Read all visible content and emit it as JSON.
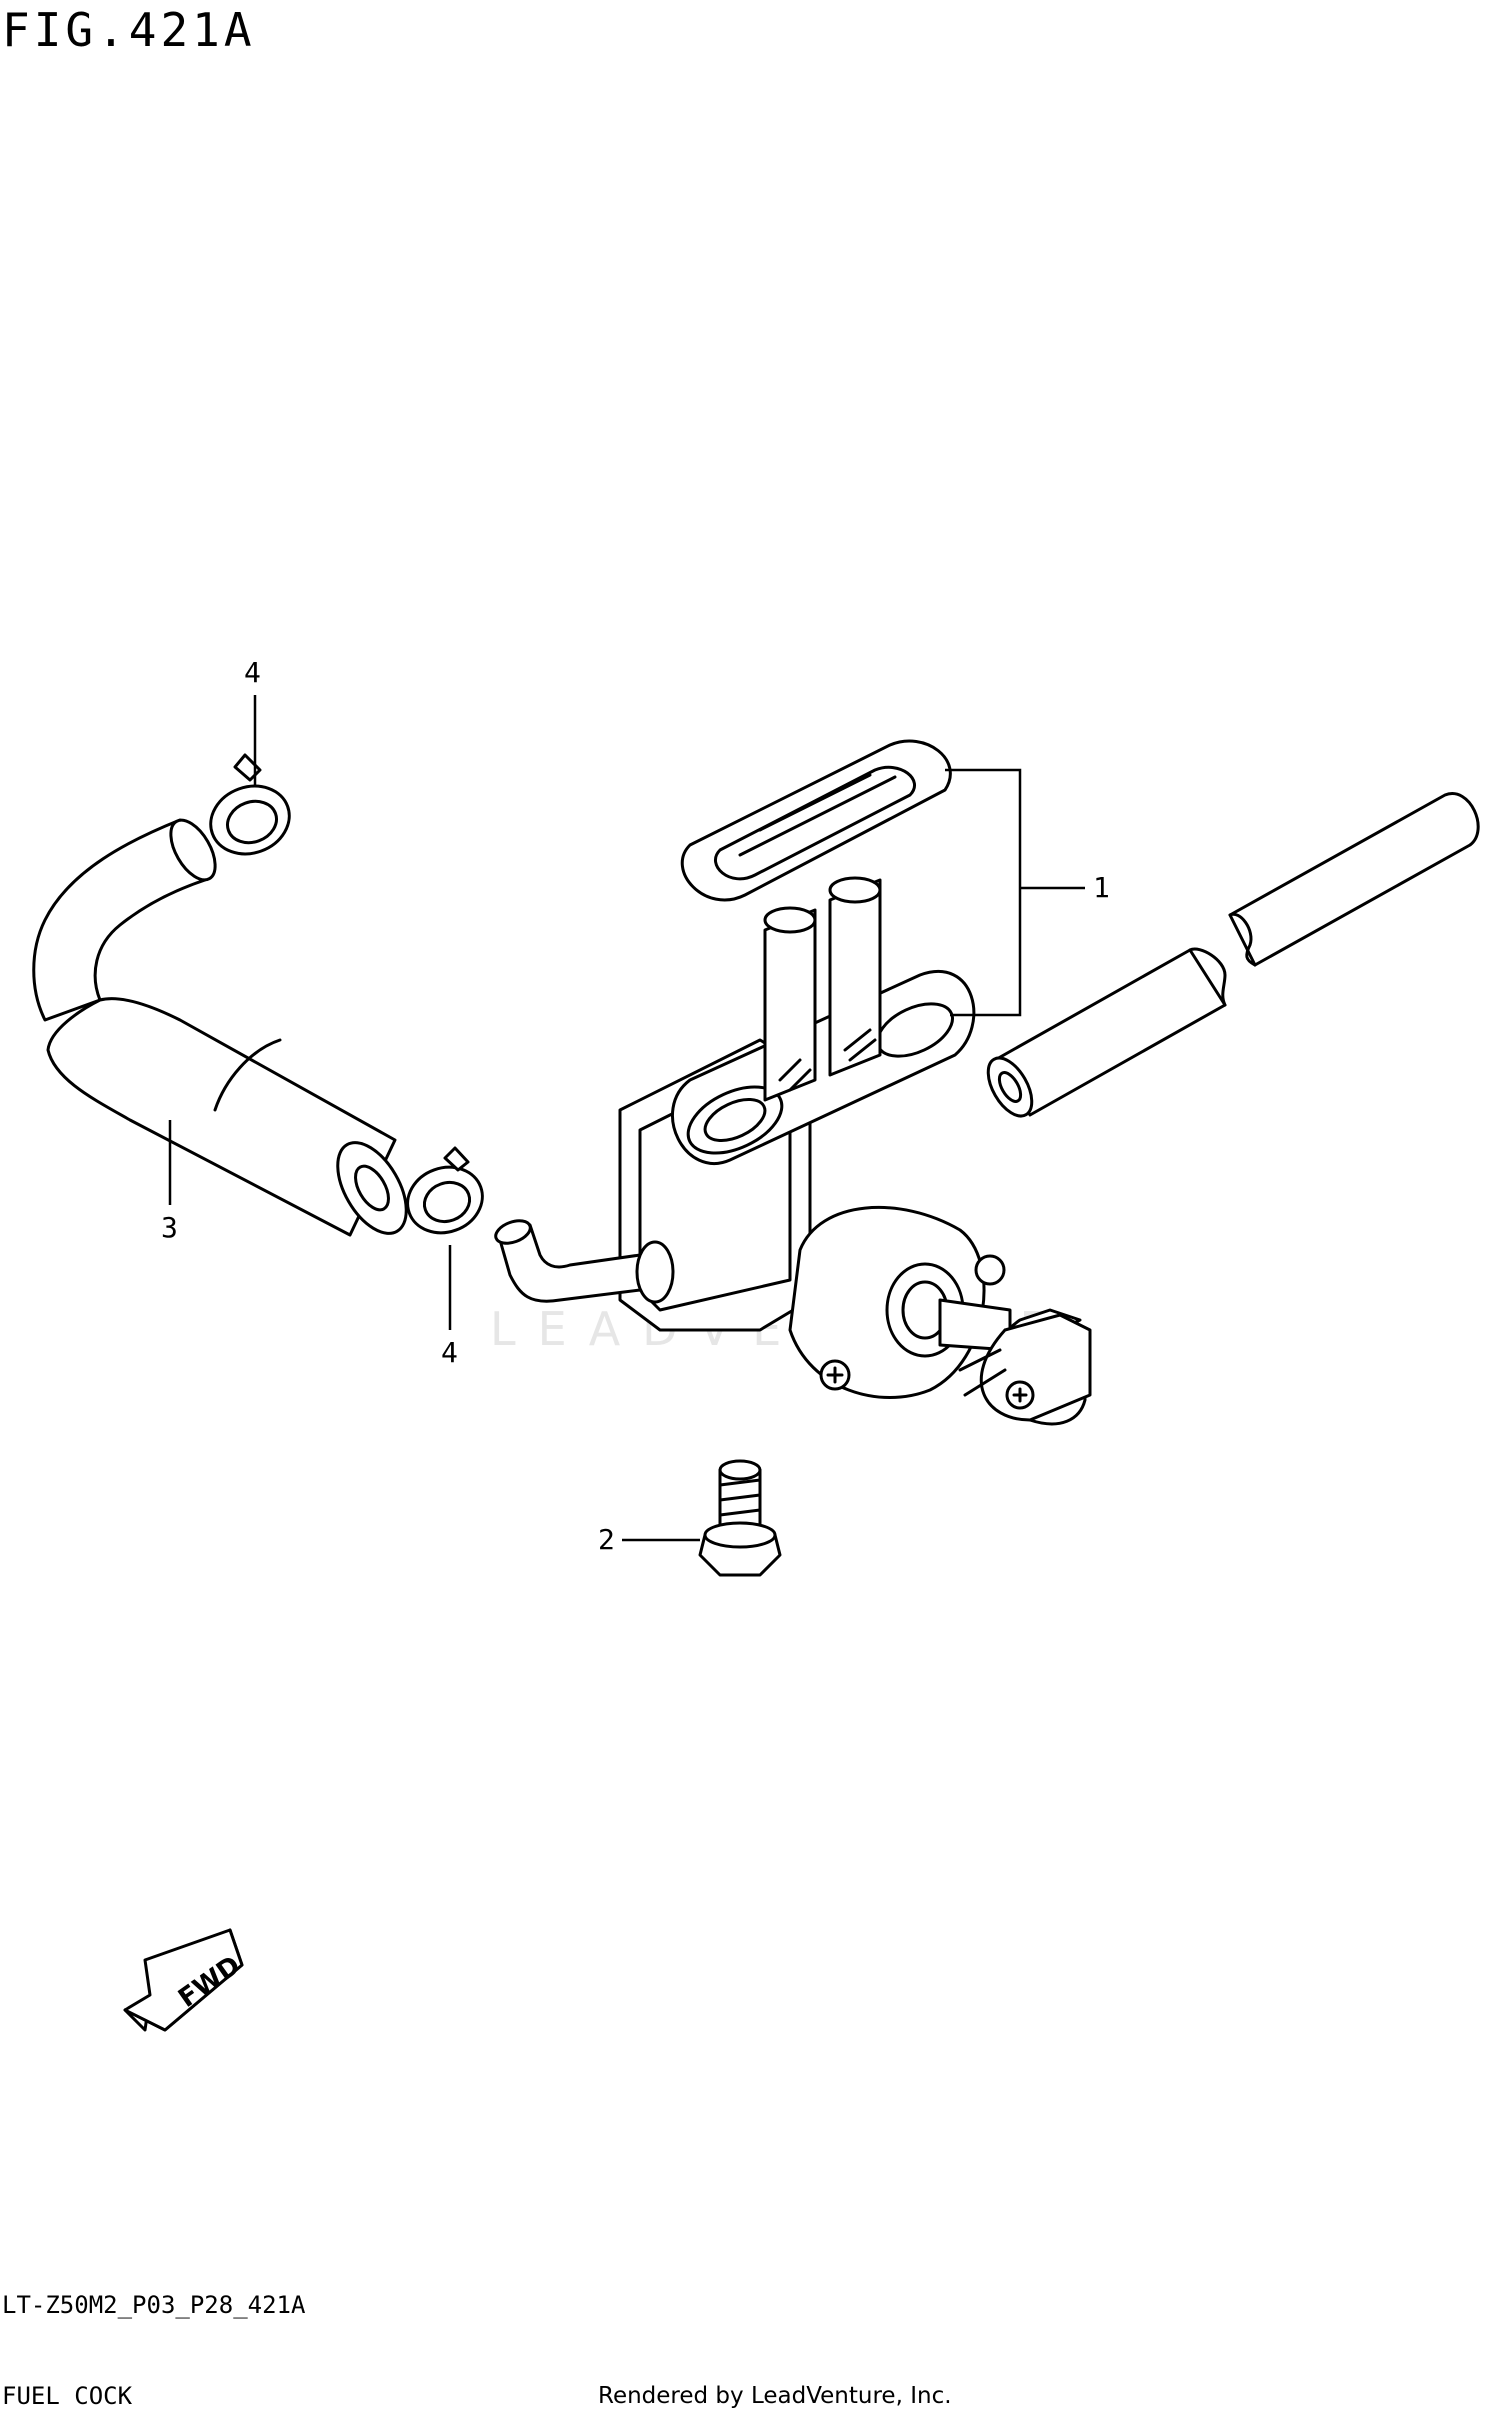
{
  "figure": {
    "title": "FIG.421A"
  },
  "callouts": {
    "item1": "1",
    "item2": "2",
    "item3": "3",
    "item4_top": "4",
    "item4_bottom": "4"
  },
  "direction_arrow": {
    "label": "FWD"
  },
  "watermark": {
    "text": "LEADVENTURE"
  },
  "footer": {
    "model_code": "LT-Z50M2_P03_P28_421A",
    "section": "FUEL COCK",
    "credit": "Rendered by LeadVenture, Inc."
  },
  "colors": {
    "line": "#000000",
    "background": "#ffffff",
    "watermark": "#e6e6e6"
  }
}
